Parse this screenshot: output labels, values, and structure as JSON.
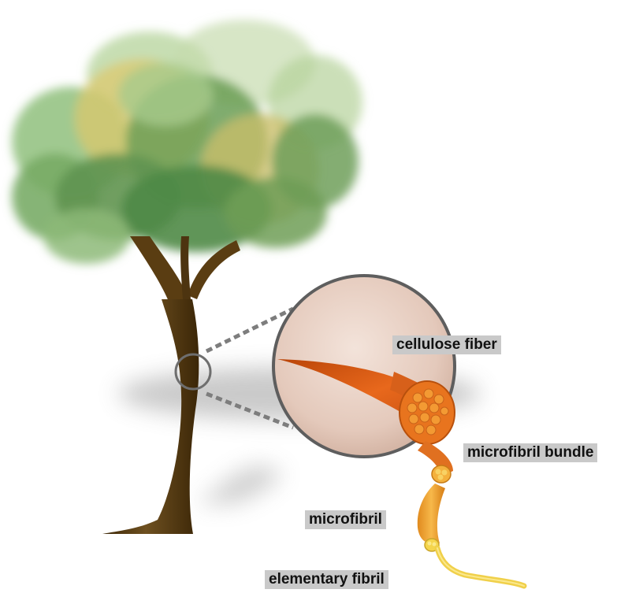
{
  "labels": {
    "cellulose_fiber": "cellulose fiber",
    "microfibril_bundle": "microfibril bundle",
    "microfibril": "microfibril",
    "elementary_fibril": "elementary fibril"
  },
  "icons": {
    "tree": "tree-illustration",
    "magnifier": "magnifier-circle"
  },
  "colors": {
    "foliage_dark": "#4f8a46",
    "foliage_light": "#a8cf8a",
    "foliage_yellow": "#d9c46a",
    "trunk": "#5a3d12",
    "fiber_orange": "#e2661a",
    "microfibril_orange": "#f0a030",
    "elementary_yellow": "#f2d84a",
    "label_bg": "#c9c9c9"
  }
}
